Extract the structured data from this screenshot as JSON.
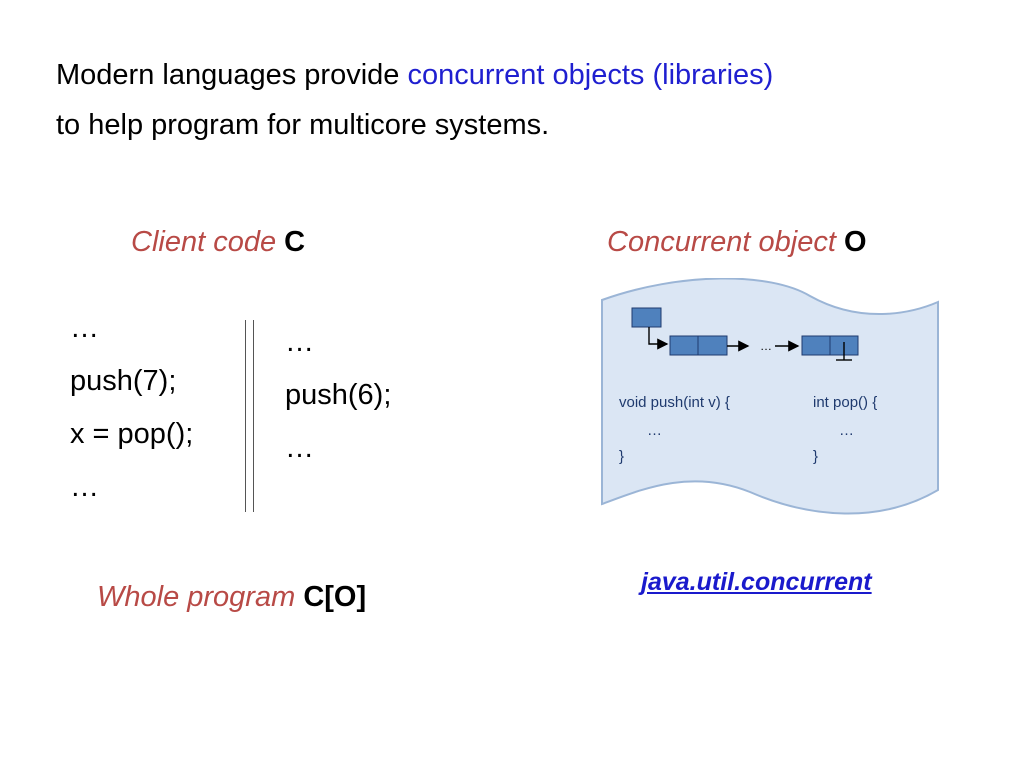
{
  "intro": {
    "prefix": "Modern languages provide ",
    "highlight": "concurrent objects (libraries)",
    "line2": "to help program for multicore systems."
  },
  "client_heading": {
    "italic": "Client code",
    "bold": "C"
  },
  "object_heading": {
    "italic": "Concurrent object",
    "bold": "O"
  },
  "thread1": [
    "…",
    "push(7);",
    "x = pop();",
    "…"
  ],
  "thread2": [
    "…",
    "push(6);",
    "…"
  ],
  "object_box": {
    "ellipsis": "…",
    "push_code": [
      "void push(int v) {",
      "…",
      "}"
    ],
    "pop_code": [
      "int pop() {",
      "…",
      "}"
    ],
    "fill_color": "#dbe6f4",
    "node_color": "#4f81bd"
  },
  "whole_program": {
    "italic": "Whole program",
    "bold": "C[O]"
  },
  "library_link": "java.util.concurrent"
}
